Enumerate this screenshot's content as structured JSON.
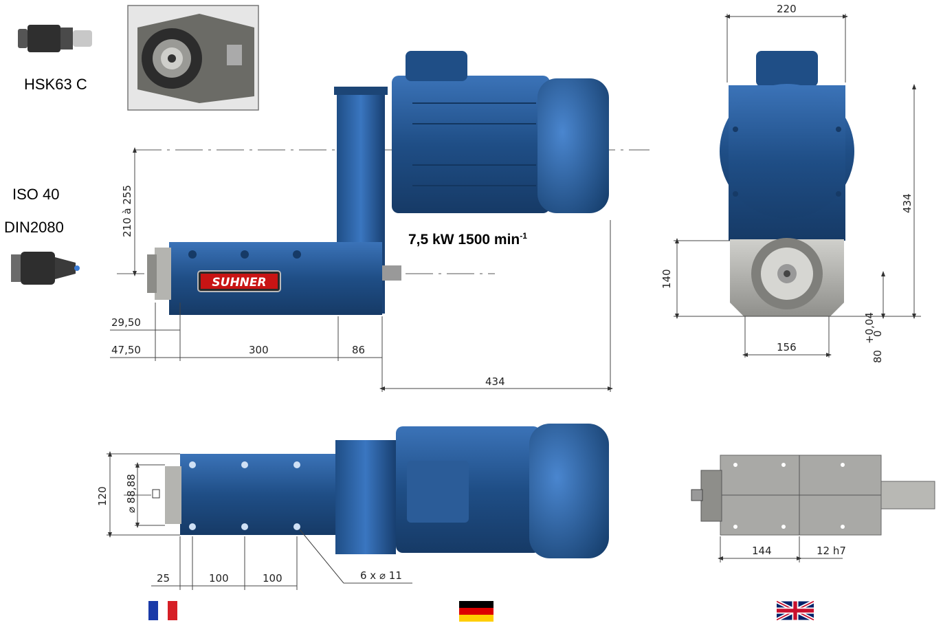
{
  "labels": {
    "hsk": "HSK63 C",
    "iso": "ISO 40",
    "din": "DIN2080",
    "power_prefix": "7,5 kW 1500 min",
    "power_sup": "-1",
    "brand": "SUHNER"
  },
  "dimensions": {
    "side": {
      "vertical_offset": "210 à 255",
      "d1": "29,50",
      "d2": "47,50",
      "d3": "300",
      "d4": "86",
      "d5": "434"
    },
    "front": {
      "width": "220",
      "height": "434",
      "spindle_height": "140",
      "base_width": "156",
      "base_height": "80",
      "tol_plus": "+0,04",
      "tol_zero": "0"
    },
    "top": {
      "height": "120",
      "diameter": "88,88",
      "d1": "25",
      "d2": "100",
      "d3": "100",
      "holes": "6 x",
      "hole_dia": "11"
    },
    "bottom_right": {
      "d1": "144",
      "d2": "12 h7"
    }
  },
  "colors": {
    "motor_blue": "#1f4e86",
    "motor_blue_light": "#3a76c0",
    "steel_gray": "#a9a9a6",
    "brand_red": "#c81414"
  },
  "flags": [
    {
      "lang": "fr",
      "icon": "flag-france-icon"
    },
    {
      "lang": "de",
      "icon": "flag-germany-icon"
    },
    {
      "lang": "en",
      "icon": "flag-uk-icon"
    }
  ]
}
